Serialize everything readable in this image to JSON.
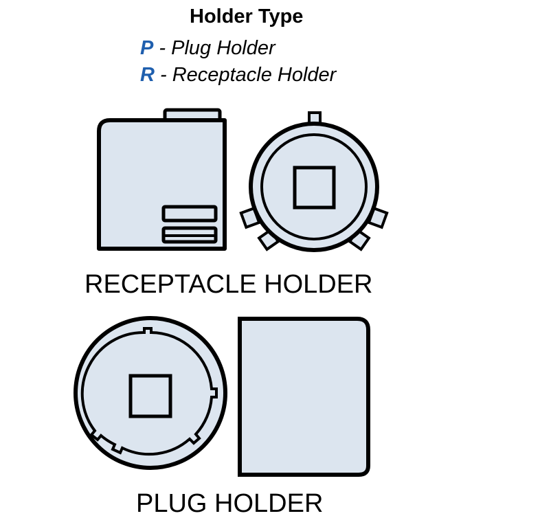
{
  "title": "Holder Type",
  "legend": [
    {
      "code": "P",
      "separator": " - ",
      "label": "Plug Holder"
    },
    {
      "code": "R",
      "separator": " - ",
      "label": "Receptacle Holder"
    }
  ],
  "colors": {
    "code_blue": "#1f5fae",
    "fill": "#dce5ef",
    "stroke": "#000000"
  },
  "captions": {
    "receptacle": "RECEPTACLE HOLDER",
    "plug": "PLUG HOLDER"
  }
}
